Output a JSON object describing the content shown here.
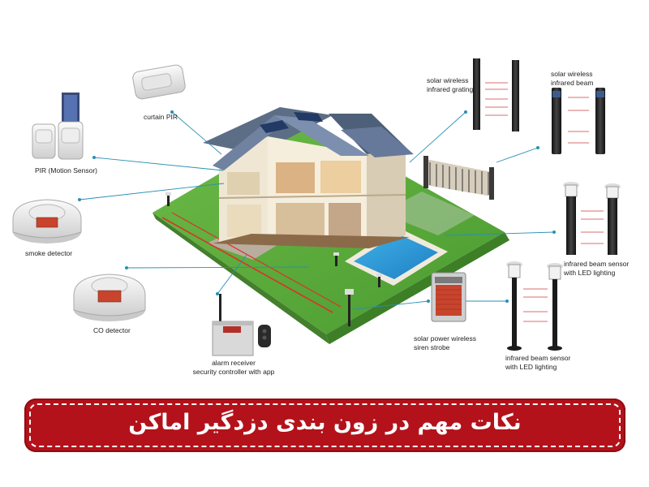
{
  "labels": {
    "curtain_pir": "curtain PIR",
    "pir_motion": "PIR (Motion Sensor)",
    "smoke": "smoke detector",
    "co": "CO detector",
    "alarm_line1": "alarm receiver",
    "alarm_line2": "security controller with app",
    "solar_grating_line1": "solar wireless",
    "solar_grating_line2": "infrared grating",
    "solar_beam_line1": "solar wireless",
    "solar_beam_line2": "infrared beam",
    "ir_led_right_line1": "infrared beam sensor",
    "ir_led_right_line2": "with LED lighting",
    "siren_line1": "solar power wireless",
    "siren_line2": "siren strobe",
    "ir_led_bottom_line1": "infrared beam sensor",
    "ir_led_bottom_line2": "with LED lighting"
  },
  "banner": {
    "title": "نکات مهم در زون بندی دزدگیر اماکن"
  },
  "colors": {
    "banner": "#b3121b",
    "connector": "#2a8fb3",
    "lawn": "#5aa83c",
    "beam": "#d9332b"
  },
  "icons": [
    "curtain-pir-icon",
    "pir-sensor-icon",
    "smoke-detector-icon",
    "co-detector-icon",
    "alarm-receiver-icon",
    "remote-control-icon",
    "infrared-grating-icon",
    "infrared-beam-icon",
    "led-beam-sensor-icon",
    "siren-strobe-icon",
    "house-illustration"
  ]
}
